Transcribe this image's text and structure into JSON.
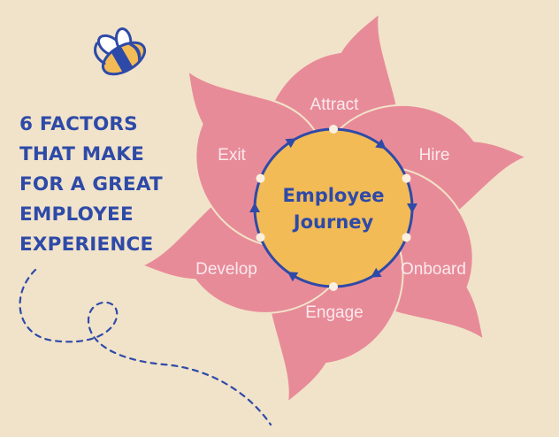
{
  "heading": {
    "lines": [
      "6 FACTORS",
      "THAT MAKE",
      "FOR A GREAT",
      "EMPLOYEE",
      "EXPERIENCE"
    ]
  },
  "center": {
    "line1": "Employee",
    "line2": "Journey"
  },
  "stages": [
    "Attract",
    "Hire",
    "Onboard",
    "Engage",
    "Develop",
    "Exit"
  ],
  "colors": {
    "background": "#f1e3c9",
    "petal": "#e88b98",
    "center": "#f2bb56",
    "accent": "#2e4aa8",
    "label": "#fbe9ee"
  },
  "icons": [
    "bee-icon"
  ]
}
